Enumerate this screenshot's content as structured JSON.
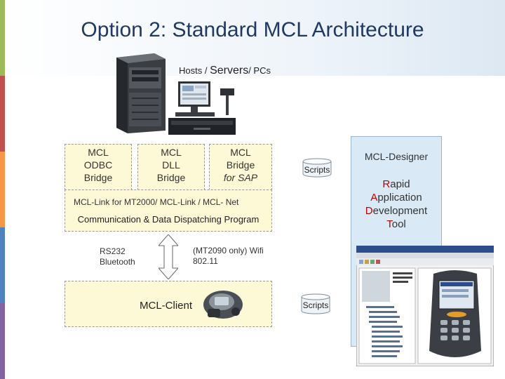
{
  "title": "Option 2: Standard MCL Architecture",
  "hosts": {
    "part1": "Hosts / ",
    "part2": "Servers",
    "part3": "/ PCs"
  },
  "bridges": [
    {
      "lines": [
        "MCL",
        "ODBC",
        "Bridge"
      ]
    },
    {
      "lines": [
        "MCL",
        "DLL",
        "Bridge"
      ]
    },
    {
      "lines": [
        "MCL",
        "Bridge",
        "for SAP"
      ]
    }
  ],
  "link_text": "MCL-Link for MT2000/ MCL-Link / MCL- Net",
  "comm_text": "Communication & Data Dispatching Program",
  "rs232": [
    "RS232",
    "Bluetooth"
  ],
  "wifi": [
    "(MT2090 only) Wifi",
    "802.11"
  ],
  "client": "MCL-Client",
  "scripts_top": "Scripts",
  "scripts_bottom": "Scripts",
  "designer": {
    "title": "MCL-Designer",
    "tool": [
      "Rapid",
      "Application",
      "Development",
      "Tool"
    ]
  },
  "colors": {
    "title": "#1f3864",
    "box_fill": "#fdf8d6",
    "designer_fill": "#d9e9f5",
    "stripes": [
      "#9bbb59",
      "#c0504d",
      "#f79646",
      "#4f81bd",
      "#8064a2",
      "#9bbb59",
      "#4bacc6"
    ]
  },
  "icons": [
    "server-tower-icon",
    "pos-terminal-icon",
    "arrow-updown-icon",
    "handheld-scanner-icon",
    "designer-screenshot-icon",
    "cylinder-icon"
  ]
}
